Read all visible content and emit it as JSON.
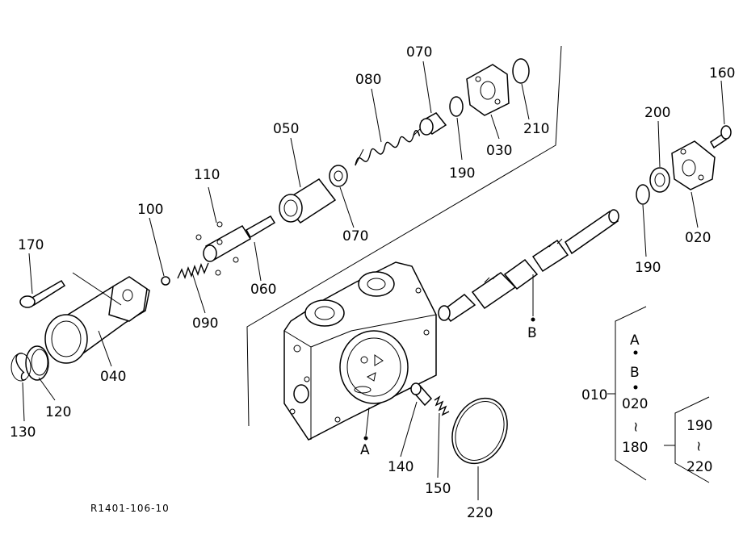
{
  "labels": {
    "p010": "010",
    "p020_main": "020",
    "p030": "030",
    "p040": "040",
    "p050": "050",
    "p060": "060",
    "p070_top": "070",
    "p070_mid": "070",
    "p080": "080",
    "p090": "090",
    "p100": "100",
    "p110": "110",
    "p120": "120",
    "p130": "130",
    "p140": "140",
    "p150": "150",
    "p160": "160",
    "p170": "170",
    "p190_top": "190",
    "p190_right": "190",
    "p200": "200",
    "p210": "210",
    "p220": "220",
    "markA": "A",
    "markB": "B"
  },
  "legend": {
    "a": "A",
    "b": "B",
    "n020": "020",
    "n180": "180",
    "n010": "010",
    "n190": "190",
    "n220": "220",
    "tilde": "~"
  },
  "drawing_code": "R1401-106-10"
}
